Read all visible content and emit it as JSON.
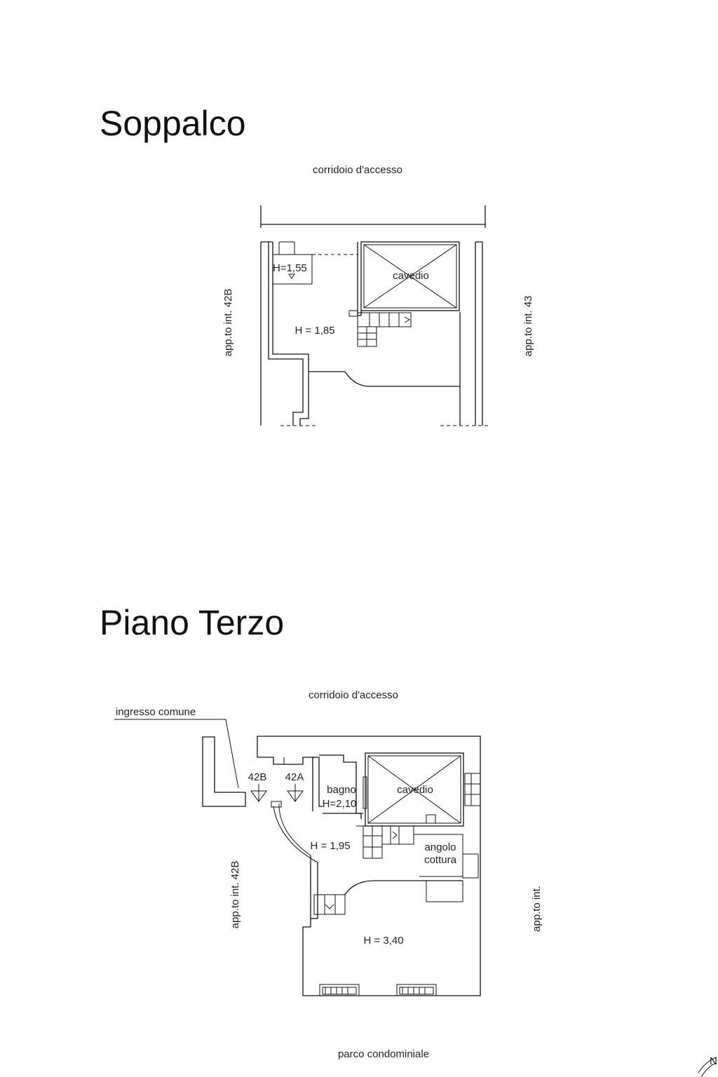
{
  "soppalco": {
    "title": "Soppalco",
    "top_label": "corridoio d'accesso",
    "left_label": "app.to  int. 42B",
    "right_label": "app.to  int. 43",
    "room_h_small": "H=1,55",
    "room_cavedio": "cavedio",
    "room_h_main": "H = 1,85"
  },
  "piano_terzo": {
    "title": "Piano Terzo",
    "top_label": "corridoio d'accesso",
    "entrance_label": "ingresso comune",
    "unit_42b": "42B",
    "unit_42a": "42A",
    "bagno_label": "bagno",
    "bagno_h": "H=2,10",
    "cavedio_label": "cavedio",
    "hall_h": "H = 1,95",
    "kitchen_line1": "angolo",
    "kitchen_line2": "cottura",
    "main_h": "H = 3,40",
    "left_label": "app.to  int. 42B",
    "right_label": "app.to  int.",
    "bottom_label": "parco condominiale"
  },
  "north_label": "N"
}
